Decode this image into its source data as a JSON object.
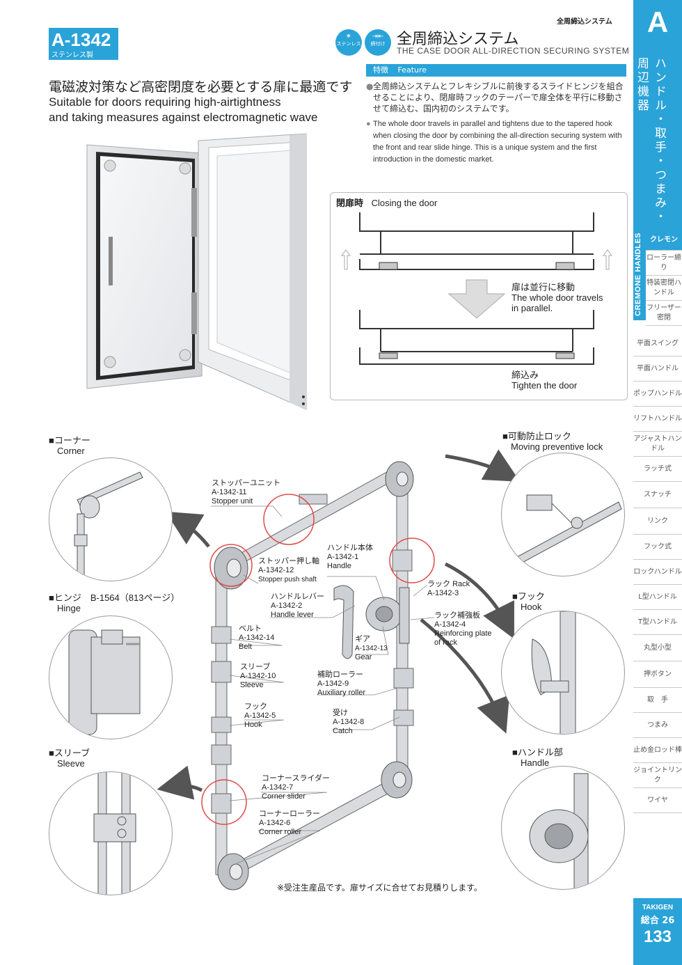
{
  "header": {
    "section_label": "全周締込システム",
    "product_code": "A-1342",
    "material": "ステンレス製",
    "icon_stainless": "ステンレス",
    "icon_securing": "締付け",
    "title_jp": "全周締込システム",
    "title_en": "THE CASE DOOR ALL-DIRECTION SECURING SYSTEM"
  },
  "headline": {
    "jp": "電磁波対策など高密閉度を必要とする扉に最適です",
    "en_line1": "Suitable for doors requiring high-airtightness",
    "en_line2": "and taking measures against electromagnetic wave"
  },
  "feature": {
    "label_jp": "特徴",
    "label_en": "Feature",
    "text_jp": "全周締込システムとフレキシブルに前後するスライドヒンジを組合せることにより、閉扉時フックのテーパーで扉全体を平行に移動させて締込む、国内初のシステムです。",
    "text_en": "The whole door travels in parallel and tightens due to the tapered hook when closing the door by combining the all-direction securing system with the front and rear slide hinge. This is a unique system and the first introduction in the domestic market."
  },
  "closing": {
    "title_jp": "閉扉時",
    "title_en": "Closing the door",
    "travel_jp": "扉は並行に移動",
    "travel_en_1": "The whole door travels",
    "travel_en_2": "in parallel.",
    "tighten_jp": "締込み",
    "tighten_en": "Tighten the door"
  },
  "details": {
    "corner": {
      "jp": "■コーナー",
      "en": "Corner"
    },
    "hinge": {
      "jp": "■ヒンジ　B-1564（813ページ）",
      "en": "Hinge"
    },
    "sleeve": {
      "jp": "■スリーブ",
      "en": "Sleeve"
    },
    "lock": {
      "jp": "■可動防止ロック",
      "en": "Moving preventive lock"
    },
    "hook": {
      "jp": "■フック",
      "en": "Hook"
    },
    "handle": {
      "jp": "■ハンドル部",
      "en": "Handle"
    }
  },
  "parts": [
    {
      "jp": "ストッパーユニット",
      "code": "A-1342-11",
      "en": "Stopper unit"
    },
    {
      "jp": "ストッパー押し軸",
      "code": "A-1342-12",
      "en": "Stopper push shaft"
    },
    {
      "jp": "ハンドル本体",
      "code": "A-1342-1",
      "en": "Handle"
    },
    {
      "jp": "ハンドルレバー",
      "code": "A-1342-2",
      "en": "Handle lever"
    },
    {
      "jp": "ラック",
      "code": "A-1342-3",
      "en": "Rack"
    },
    {
      "jp": "ラック補強板",
      "code": "A-1342-4",
      "en": "Reinforcing plate",
      "en2": "of rack"
    },
    {
      "jp": "ベルト",
      "code": "A-1342-14",
      "en": "Belt"
    },
    {
      "jp": "ギア",
      "code": "A-1342-13",
      "en": "Gear"
    },
    {
      "jp": "スリーブ",
      "code": "A-1342-10",
      "en": "Sleeve"
    },
    {
      "jp": "補助ローラー",
      "code": "A-1342-9",
      "en": "Auxiliary roller"
    },
    {
      "jp": "フック",
      "code": "A-1342-5",
      "en": "Hook"
    },
    {
      "jp": "受け",
      "code": "A-1342-8",
      "en": "Catch"
    },
    {
      "jp": "コーナースライダー",
      "code": "A-1342-7",
      "en": "Corner slider"
    },
    {
      "jp": "コーナーローラー",
      "code": "A-1342-6",
      "en": "Corner roller"
    }
  ],
  "note": "※受注生産品です。扉サイズに合せてお見積りします。",
  "tab": {
    "letter": "A",
    "category": "ハンドル・取手・つまみ・周辺機器",
    "strip": "CREMONE HANDLES",
    "items": [
      "クレモン",
      "ローラー締り",
      "特装密閉ハンドル",
      "フリーザー密閉",
      "平面スイング",
      "平面ハンドル",
      "ポップハンドル",
      "リフトハンドル",
      "アジャストハンドル",
      "ラッチ式",
      "スナッチ",
      "リンク",
      "フック式",
      "ロックハンドル",
      "L型ハンドル",
      "T型ハンドル",
      "丸型小型",
      "押ボタン",
      "取　手",
      "つまみ",
      "止め金ロッド棒",
      "ジョイントリンク",
      "ワイヤ"
    ],
    "brand": "TAKIGEN",
    "edition": "総合 26",
    "page": "133"
  }
}
